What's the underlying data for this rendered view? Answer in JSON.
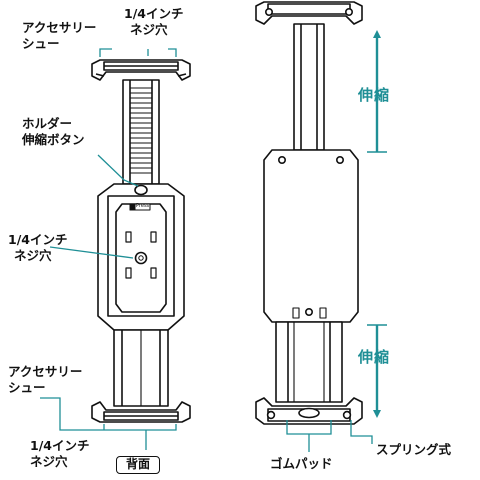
{
  "labels": {
    "accessory_shoe_top_1": "アクセサリー",
    "accessory_shoe_top_2": "シュー",
    "screw_top_1": "1/4インチ",
    "screw_top_2": "ネジ穴",
    "holder_button_1": "ホルダー",
    "holder_button_2": "伸縮ボタン",
    "screw_middle_1": "1/4インチ",
    "screw_middle_2": "ネジ穴",
    "accessory_shoe_bottom_1": "アクセサリー",
    "accessory_shoe_bottom_2": "シュー",
    "screw_bottom_1": "1/4インチ",
    "screw_bottom_2": "ネジ穴",
    "back_view": "背面",
    "extend_top": "伸縮",
    "extend_bottom": "伸縮",
    "rubber_pad": "ゴムパッド",
    "spring_type": "スプリング式",
    "press_marker": "Press"
  },
  "colors": {
    "line": "#111111",
    "leader": "#1f8f96",
    "accent": "#1f8f96",
    "fill_body": "#ffffff",
    "fill_rail": "#e8e8e8"
  }
}
